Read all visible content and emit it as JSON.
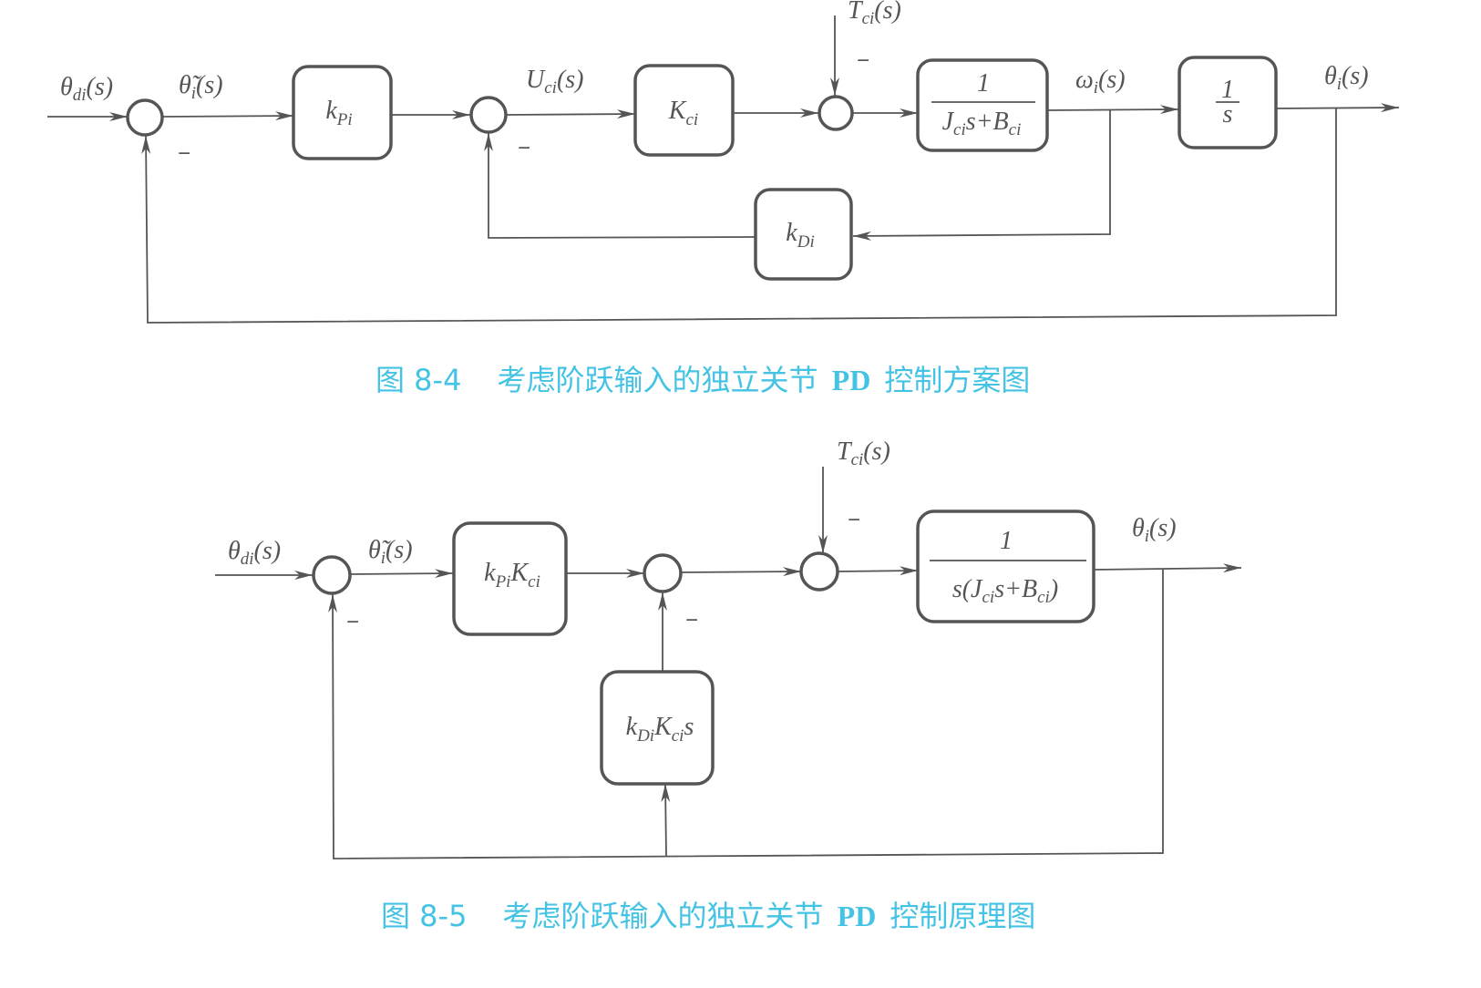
{
  "figure_8_4": {
    "caption_number": "图 8-4",
    "caption_text_prefix": "考虑阶跃输入的独立关节",
    "caption_pd": "PD",
    "caption_text_suffix": "控制方案图",
    "signals": {
      "input": "θdi(s)",
      "error": "θ̃i(s)",
      "control": "Uci(s)",
      "disturbance": "Tci(s)",
      "velocity": "ωi(s)",
      "output": "θi(s)"
    },
    "blocks": {
      "proportional_gain": "kPi",
      "motor_gain": "Kci",
      "plant_numerator": "1",
      "plant_denominator": "Jci s+Bci",
      "integrator_numerator": "1",
      "integrator_denominator": "s",
      "derivative_gain": "kDi"
    },
    "signs": {
      "minus": "−"
    }
  },
  "figure_8_5": {
    "caption_number": "图 8-5",
    "caption_text_prefix": "考虑阶跃输入的独立关节",
    "caption_pd": "PD",
    "caption_text_suffix": "控制原理图",
    "signals": {
      "input": "θdi(s)",
      "error": "θ̃i(s)",
      "disturbance": "Tci(s)",
      "output": "θi(s)"
    },
    "blocks": {
      "forward_gain": "kPiKci",
      "plant_numerator": "1",
      "plant_denominator": "s(Jci s+Bci)",
      "derivative_feedback": "kDiKci s"
    },
    "signs": {
      "minus": "−"
    }
  }
}
